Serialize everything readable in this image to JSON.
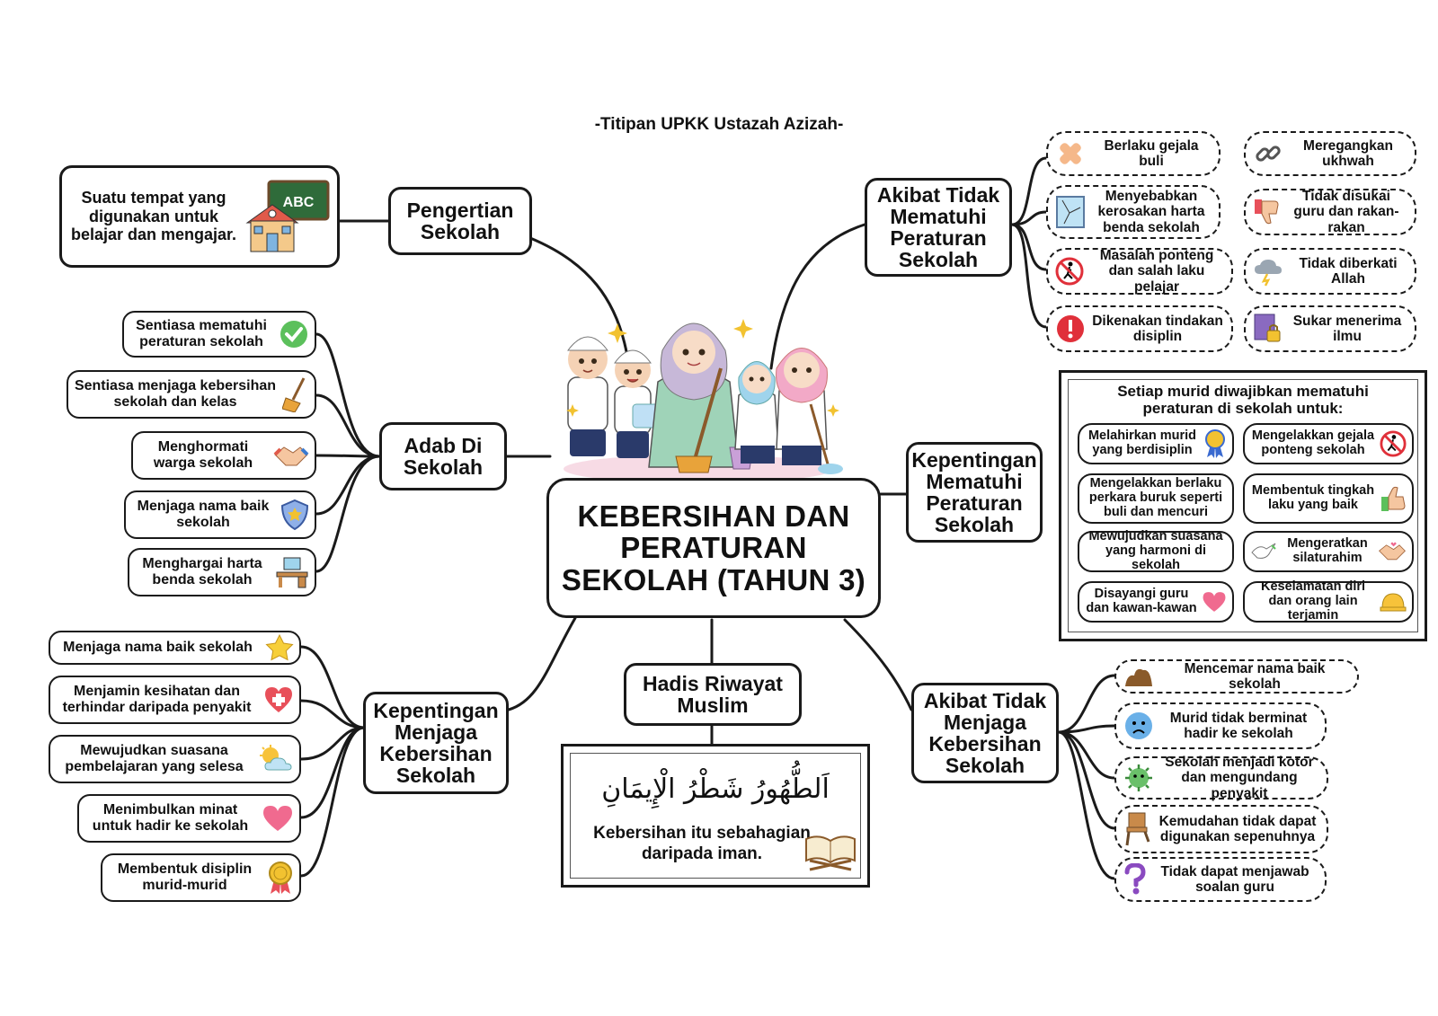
{
  "credit": "-Titipan UPKK Ustazah Azizah-",
  "center_title": "KEBERSIHAN DAN PERATURAN SEKOLAH (TAHUN 3)",
  "topics": {
    "pengertian": "Pengertian Sekolah",
    "adab": "Adab Di Sekolah",
    "kepentingan_kebersihan": "Kepentingan Menjaga Kebersihan Sekolah",
    "hadis": "Hadis Riwayat Muslim",
    "akibat_peraturan": "Akibat Tidak Mematuhi Peraturan Sekolah",
    "kepentingan_peraturan": "Kepentingan Mematuhi Peraturan Sekolah",
    "akibat_kebersihan": "Akibat Tidak Menjaga Kebersihan Sekolah"
  },
  "pengertian_text": "Suatu tempat yang digunakan untuk belajar dan mengajar.",
  "pengertian_board_text": "ABC",
  "adab_items": [
    {
      "label": "Sentiasa mematuhi peraturan sekolah",
      "icon": "check-icon"
    },
    {
      "label": "Sentiasa menjaga kebersihan sekolah dan kelas",
      "icon": "broom-icon"
    },
    {
      "label": "Menghormati warga sekolah",
      "icon": "handshake-icon"
    },
    {
      "label": "Menjaga nama baik sekolah",
      "icon": "shield-icon"
    },
    {
      "label": "Menghargai harta benda sekolah",
      "icon": "desk-icon"
    }
  ],
  "kepentingan_kebersihan_items": [
    {
      "label": "Menjaga nama baik sekolah",
      "icon": "star-icon"
    },
    {
      "label": "Menjamin kesihatan dan terhindar daripada penyakit",
      "icon": "health-heart-icon"
    },
    {
      "label": "Mewujudkan suasana pembelajaran yang selesa",
      "icon": "sun-cloud-icon"
    },
    {
      "label": "Menimbulkan minat untuk hadir ke sekolah",
      "icon": "heart-icon"
    },
    {
      "label": "Membentuk disiplin murid-murid",
      "icon": "medal-icon"
    }
  ],
  "hadis": {
    "arabic": "اَلطُّهُورُ شَطْرُ الْإِيمَانِ",
    "translation": "Kebersihan itu sebahagian daripada iman."
  },
  "akibat_peraturan_items": [
    {
      "label": "Berlaku gejala buli",
      "icon": "bandage-icon"
    },
    {
      "label": "Meregangkan ukhwah",
      "icon": "broken-chain-icon"
    },
    {
      "label": "Menyebabkan kerosakan harta benda sekolah",
      "icon": "broken-window-icon"
    },
    {
      "label": "Tidak disukai guru dan rakan-rakan",
      "icon": "thumbs-down-icon"
    },
    {
      "label": "Masalah ponteng dan salah laku pelajar",
      "icon": "no-running-icon"
    },
    {
      "label": "Tidak diberkati Allah",
      "icon": "storm-cloud-icon"
    },
    {
      "label": "Dikenakan tindakan disiplin",
      "icon": "alert-icon"
    },
    {
      "label": "Sukar menerima ilmu",
      "icon": "locked-book-icon"
    }
  ],
  "kepentingan_peraturan": {
    "title": "Setiap murid diwajibkan mematuhi peraturan di sekolah untuk:",
    "items": [
      {
        "label": "Melahirkan murid yang berdisiplin",
        "icon": "ribbon-icon"
      },
      {
        "label": "Mengelakkan gejala ponteng sekolah",
        "icon": "no-running-icon"
      },
      {
        "label": "Mengelakkan berlaku perkara buruk seperti buli dan mencuri",
        "icon": ""
      },
      {
        "label": "Membentuk tingkah laku yang baik",
        "icon": "thumbs-up-icon"
      },
      {
        "label": "Mewujudkan suasana yang harmoni di sekolah",
        "icon": "dove-icon"
      },
      {
        "label": "Mengeratkan silaturahim",
        "icon": "handshake-icon"
      },
      {
        "label": "Disayangi guru dan kawan-kawan",
        "icon": "hearts-icon"
      },
      {
        "label": "Keselamatan diri dan orang lain terjamin",
        "icon": "helmet-icon"
      }
    ]
  },
  "akibat_kebersihan_items": [
    {
      "label": "Mencemar nama baik sekolah",
      "icon": "dirt-icon"
    },
    {
      "label": "Murid tidak berminat hadir ke sekolah",
      "icon": "sad-face-icon"
    },
    {
      "label": "Sekolah menjadi kotor dan mengundang penyakit",
      "icon": "germ-icon"
    },
    {
      "label": "Kemudahan tidak dapat digunakan sepenuhnya",
      "icon": "broken-chair-icon"
    },
    {
      "label": "Tidak dapat menjawab soalan guru",
      "icon": "question-icon"
    }
  ]
}
